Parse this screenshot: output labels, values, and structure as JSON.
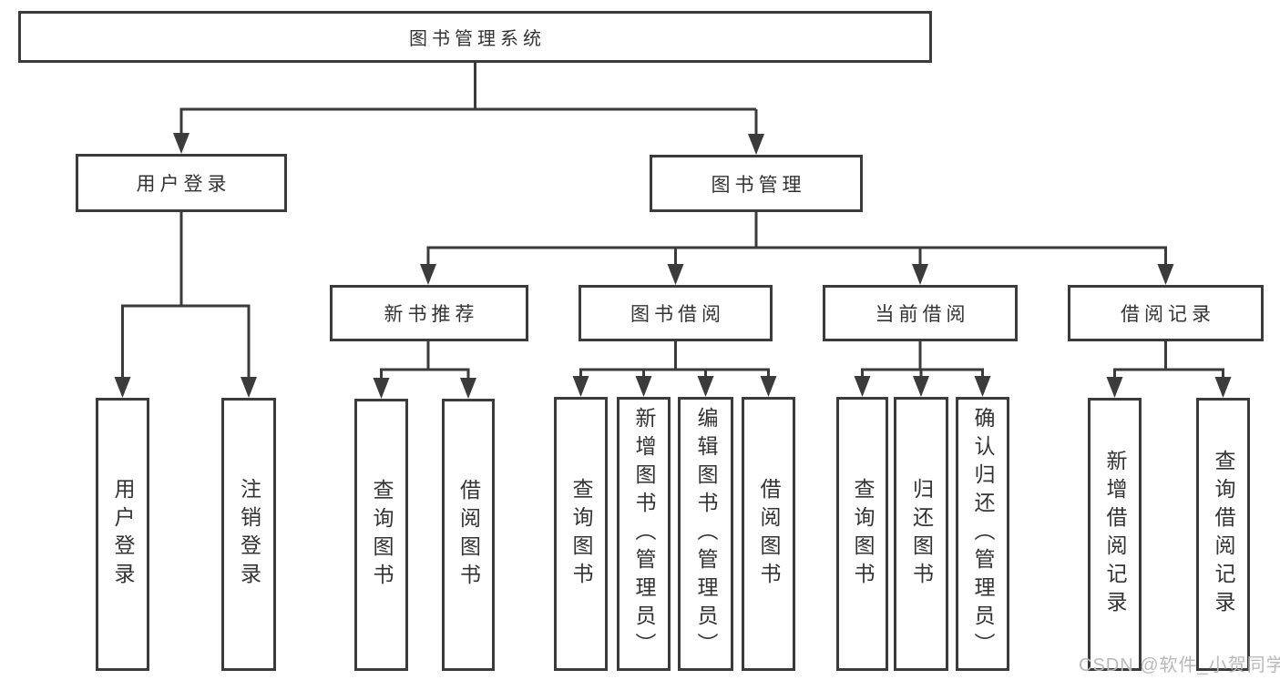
{
  "diagram_title": "图书管理系统",
  "root": {
    "label": "图书管理系统"
  },
  "branches": {
    "user_login": {
      "label": "用户登录",
      "children": [
        {
          "label": "用户登录"
        },
        {
          "label": "注销登录"
        }
      ]
    },
    "book_mgmt": {
      "label": "图书管理",
      "children": {
        "new_books": {
          "label": "新书推荐",
          "children": [
            {
              "label": "查询图书"
            },
            {
              "label": "借阅图书"
            }
          ]
        },
        "book_borrow": {
          "label": "图书借阅",
          "children": [
            {
              "label": "查询图书"
            },
            {
              "label": "新增图书（管理员）"
            },
            {
              "label": "编辑图书（管理员）"
            },
            {
              "label": "借阅图书"
            }
          ]
        },
        "current_borrow": {
          "label": "当前借阅",
          "children": [
            {
              "label": "查询图书"
            },
            {
              "label": "归还图书"
            },
            {
              "label": "确认归还（管理员）"
            }
          ]
        },
        "borrow_records": {
          "label": "借阅记录",
          "children": [
            {
              "label": "新增借阅记录"
            },
            {
              "label": "查询借阅记录"
            }
          ]
        }
      }
    }
  },
  "watermark": "CSDN @软件_小贺同学",
  "colors": {
    "line": "#3b3b3b",
    "text": "#333333",
    "box_background": "#ffffff",
    "watermark": "#b9b9b9"
  }
}
